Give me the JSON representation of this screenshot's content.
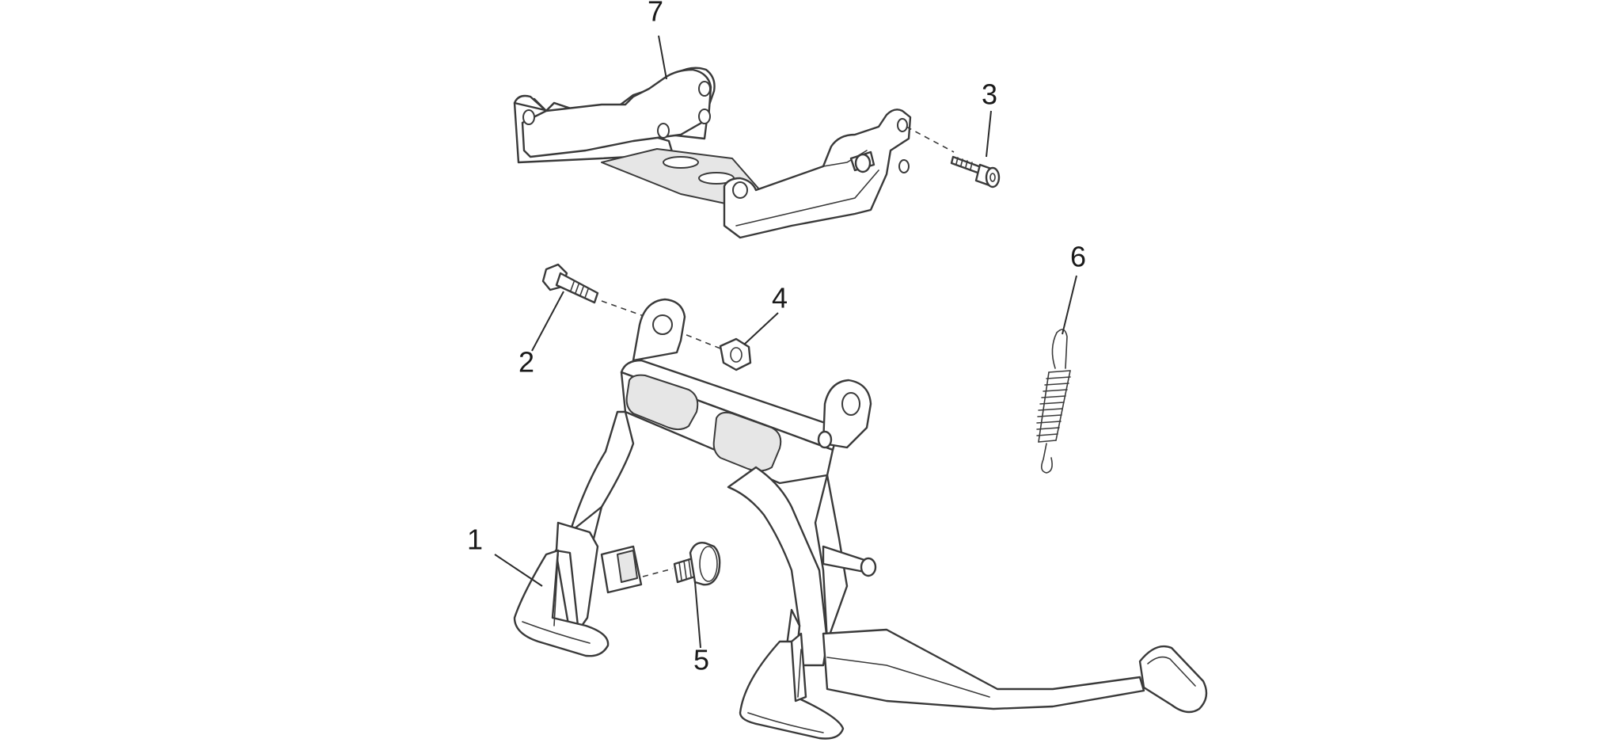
{
  "callouts": [
    {
      "label": "1",
      "part": "center-stand-frame"
    },
    {
      "label": "2",
      "part": "pivot-bolt"
    },
    {
      "label": "3",
      "part": "socket-cap-screw"
    },
    {
      "label": "4",
      "part": "hex-nut"
    },
    {
      "label": "5",
      "part": "rubber-bump-stop"
    },
    {
      "label": "6",
      "part": "return-spring"
    },
    {
      "label": "7",
      "part": "stand-mounting-bracket"
    }
  ],
  "colors": {
    "line": "#3a3a3a",
    "text": "#1a1a1a",
    "background": "#ffffff"
  }
}
